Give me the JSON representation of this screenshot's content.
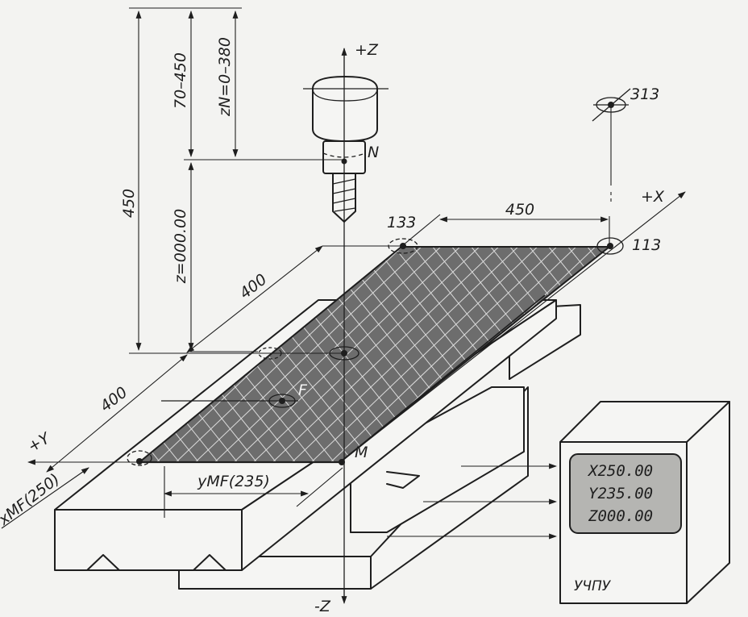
{
  "dimensions": {
    "height_total": "450",
    "z_travel": "70–450",
    "z_n_range": "zN=0–380",
    "z_zero": "z=000.00",
    "width_upper": "400",
    "width_lower": "400",
    "x_length": "450",
    "x_mf": "xMF(250)",
    "y_mf": "yMF(235)"
  },
  "axes": {
    "plus_z": "+Z",
    "minus_z": "-Z",
    "plus_x": "+X",
    "plus_y": "+Y"
  },
  "points": {
    "p313": "313",
    "p133": "133",
    "p113": "113",
    "n": "N",
    "f": "F",
    "m": "M"
  },
  "controller": {
    "name": "УЧПУ",
    "readout_x": "X250.00",
    "readout_y": "Y235.00",
    "readout_z": "Z000.00"
  },
  "colors": {
    "ink": "#1e1e1e",
    "paper": "#f3f3f1",
    "grid_fill": "#6d6d6d",
    "screen_fill": "#b5b5b2"
  }
}
